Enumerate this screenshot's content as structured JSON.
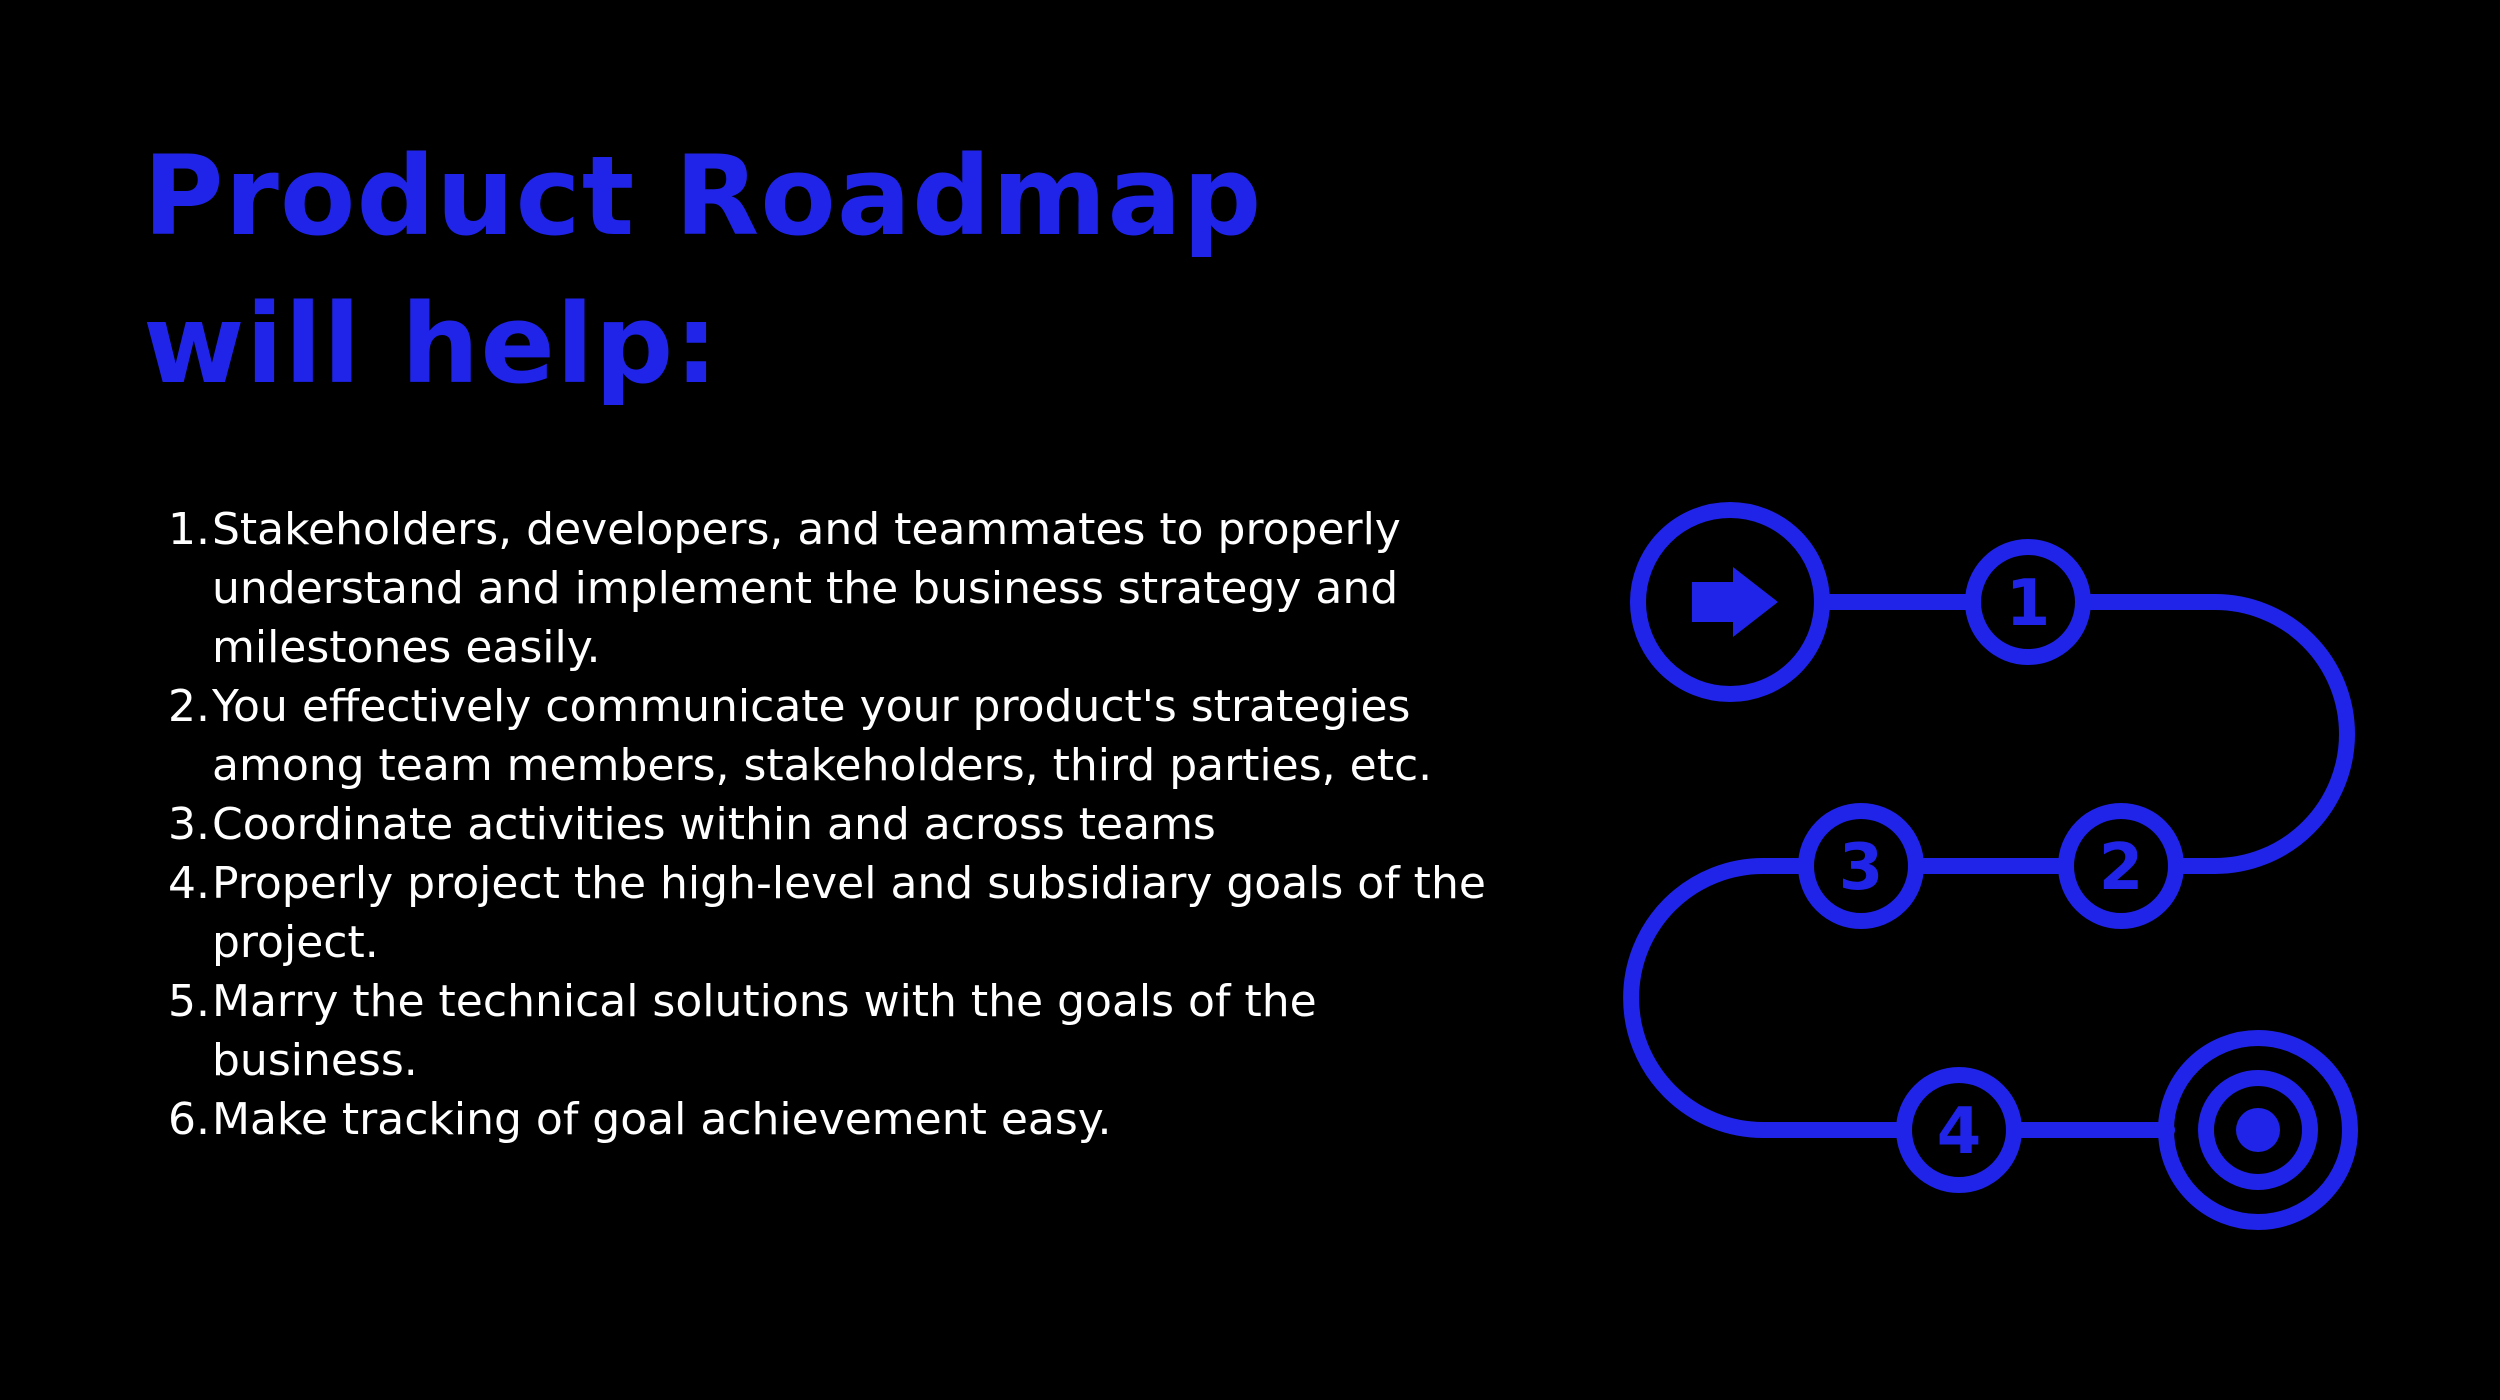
{
  "title": {
    "line1": "Product Roadmap",
    "line2": "will help:"
  },
  "list_items": [
    {
      "number": "1.",
      "text": "Stakeholders, developers, and teammates to properly understand and implement the business strategy and milestones easily."
    },
    {
      "number": "2.",
      "text": "You effectively communicate your product's strategies among team members, stakeholders, third parties, etc."
    },
    {
      "number": "3.",
      "text": "Coordinate activities within and across teams"
    },
    {
      "number": "4.",
      "text": "Properly project the high-level and subsidiary goals of the project."
    },
    {
      "number": "5.",
      "text": "Marry the technical solutions with the goals of the business."
    },
    {
      "number": "6.",
      "text": "Make tracking of goal achievement easy."
    }
  ],
  "roadmap": {
    "accent_color": "#1f24e8",
    "start_icon": "arrow-right-icon",
    "end_icon": "target-icon",
    "steps": [
      "1",
      "2",
      "3",
      "4"
    ]
  }
}
